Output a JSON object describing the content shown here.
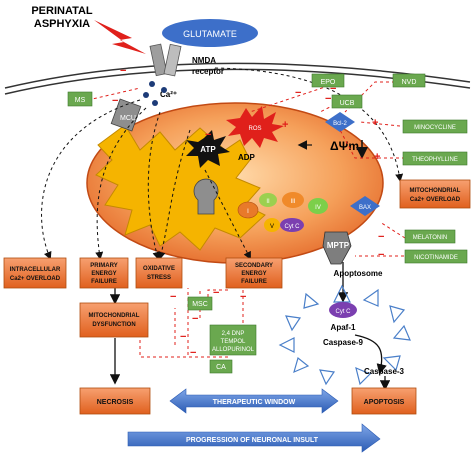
{
  "header": {
    "line1": "PERINATAL",
    "line2": "ASPHYXIA"
  },
  "top": {
    "glutamate": "GLUTAMATE",
    "nmda1": "NMDA",
    "nmda2": "receptor",
    "ca": "Ca²⁺"
  },
  "mito": {
    "mcu": "MCU",
    "ros": "ROS",
    "bcl2": "Bcl-2",
    "atp": "ATP",
    "adp": "ADP",
    "dpsi": "ΔΨm",
    "cytc_inner": "Cyt C",
    "bax": "BAX",
    "mptp": "MPTP",
    "complexes": [
      "I",
      "II",
      "III",
      "IV",
      "V"
    ]
  },
  "therapies": {
    "ms": "MS",
    "epo": "EPO",
    "nvd": "NVD",
    "ucb": "UCB",
    "minocycline": "MINOCYCLINE",
    "theophylline": "THEOPHYLLINE",
    "melatonin": "MELATONIN",
    "nicotinamide": "NICOTINAMIDE",
    "msc": "MSC",
    "dnp1": "2,4 DNP",
    "dnp2": "TEMPOL",
    "dnp3": "ALLOPURINOL",
    "ca_drug": "CA"
  },
  "boxes": {
    "intracellular1": "INTRACELLULAR",
    "intracellular2": "Ca2+ OVERLOAD",
    "primary1": "PRIMARY",
    "primary2": "ENERGY",
    "primary3": "FAILURE",
    "oxidative1": "OXIDATIVE",
    "oxidative2": "STRESS",
    "secondary1": "SECONDARY",
    "secondary2": "ENERGY",
    "secondary3": "FAILURE",
    "mitoca1": "MITOCHONDRIAL",
    "mitoca2": "Ca2+ OVERLOAD",
    "dysf1": "MITOCHONDRIAL",
    "dysf2": "DYSFUNCTION",
    "necrosis": "NECROSIS",
    "apoptosis": "APOPTOSIS"
  },
  "apoptosome": {
    "label": "Apoptosome",
    "cytc": "Cyt C",
    "apaf": "Apaf-1",
    "casp9": "Caspase-9",
    "casp3": "Caspase-3"
  },
  "bottom": {
    "window": "THERAPEUTIC WINDOW",
    "progression": "PROGRESSION OF NEURONAL INSULT"
  },
  "signs": {
    "minus": "−",
    "plus": "+"
  },
  "colors": {
    "orange_box": "#f07c3a",
    "green_box": "#6aa84f",
    "blue_arrow": "#3a6fc4",
    "mito_fill": "#f5a05a",
    "cristae": "#f5b400",
    "red": "#e0201b"
  }
}
